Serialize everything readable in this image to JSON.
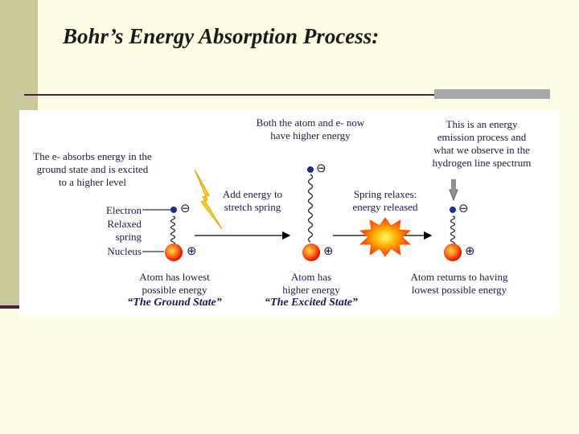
{
  "slide": {
    "title": "Bohr’s Energy Absorption Process:"
  },
  "diagram": {
    "intro_lines": [
      "The e- absorbs energy in the",
      "ground state and is excited",
      "to a higher level"
    ],
    "part_labels": {
      "electron": "Electron",
      "relaxed": "Relaxed",
      "spring": "spring",
      "nucleus": "Nucleus"
    },
    "add_energy": [
      "Add energy to",
      "stretch spring"
    ],
    "excited_top": [
      "Both the atom and e- now",
      "have higher energy"
    ],
    "relax": [
      "Spring relaxes:",
      "energy released"
    ],
    "emission_lines": [
      "This is an energy",
      "emission process and",
      "what we observe in the",
      "hydrogen line spectrum"
    ],
    "state_ground": [
      "Atom has lowest",
      "possible energy"
    ],
    "ground_name": "“The Ground State”",
    "state_excited": [
      "Atom has",
      "higher energy"
    ],
    "excited_name": "“The Excited State”",
    "state_return": [
      "Atom returns to having",
      "lowest possible energy"
    ],
    "minus_symbol": "⊖",
    "plus_symbol": "⊕",
    "colors": {
      "nucleus": "#ff2a10",
      "electron": "#1b2f8a",
      "arrow": "#000000",
      "lightning": "#ffd21a",
      "burst": "#ff5a00"
    }
  }
}
